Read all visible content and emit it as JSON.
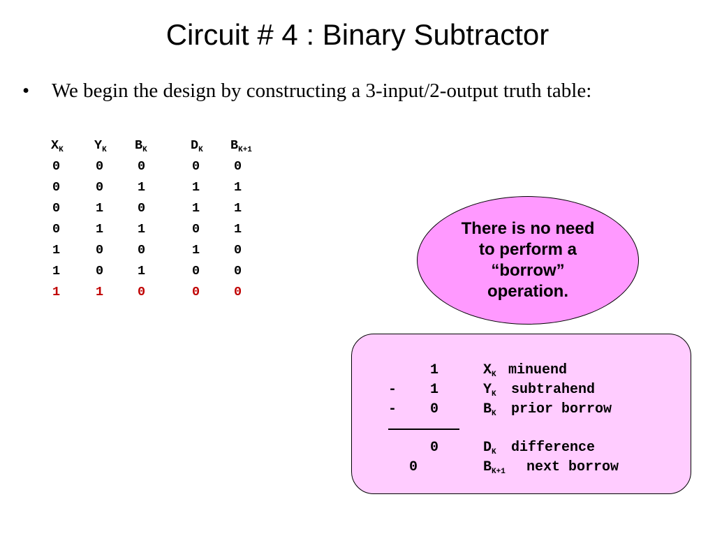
{
  "title": "Circuit # 4 : Binary Subtractor",
  "bullet": {
    "marker": "•",
    "text": "We begin the design by constructing a 3-input/2-output truth table:"
  },
  "truth_table": {
    "headers": [
      {
        "base": "X",
        "sub": "K"
      },
      {
        "base": "Y",
        "sub": "K"
      },
      {
        "base": "B",
        "sub": "K"
      },
      {
        "base": "D",
        "sub": "K"
      },
      {
        "base": "B",
        "sub": "K+1"
      }
    ],
    "rows": [
      [
        "0",
        "0",
        "0",
        "0",
        "0"
      ],
      [
        "0",
        "0",
        "1",
        "1",
        "1"
      ],
      [
        "0",
        "1",
        "0",
        "1",
        "1"
      ],
      [
        "0",
        "1",
        "1",
        "0",
        "1"
      ],
      [
        "1",
        "0",
        "0",
        "1",
        "0"
      ],
      [
        "1",
        "0",
        "1",
        "0",
        "0"
      ],
      [
        "1",
        "1",
        "0",
        "0",
        "0"
      ]
    ],
    "highlight_row": 6,
    "highlight_color": "#c00000"
  },
  "callout": {
    "lines": [
      "There is no need",
      "to perform a",
      "“borrow”",
      "operation."
    ],
    "fill": "#ff99ff"
  },
  "example": {
    "fill": "#ffccff",
    "lines": [
      {
        "op": "",
        "digit": "1",
        "var": "X",
        "sub": "K",
        "desc": "minuend"
      },
      {
        "op": "-",
        "digit": "1",
        "var": "Y",
        "sub": "K",
        "desc": "subtrahend"
      },
      {
        "op": "-",
        "digit": "0",
        "var": "B",
        "sub": "K",
        "desc": "prior borrow"
      },
      {
        "op": "",
        "digit": "0",
        "var": "D",
        "sub": "K",
        "desc": "difference"
      },
      {
        "op": "",
        "digit": "0",
        "var": "B",
        "sub": "K+1",
        "desc": "next borrow"
      }
    ]
  }
}
